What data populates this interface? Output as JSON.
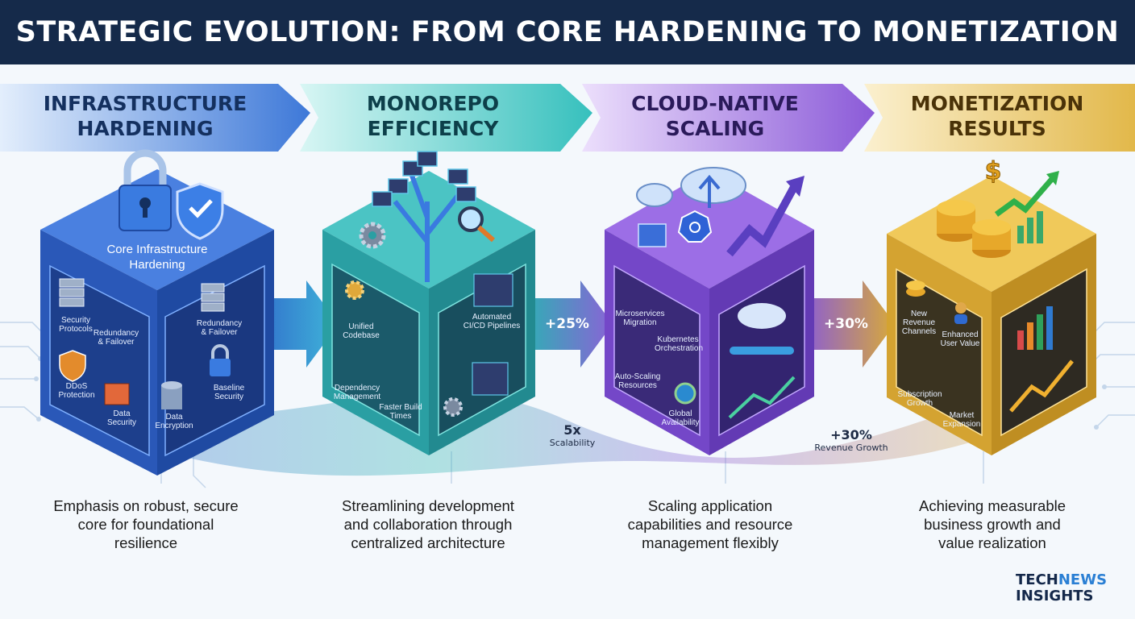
{
  "title": "STRATEGIC EVOLUTION: FROM CORE HARDENING TO MONETIZATION",
  "stages": [
    {
      "heading_line1": "INFRASTRUCTURE",
      "heading_line2": "HARDENING",
      "cube_title_line1": "Core Infrastructure",
      "cube_title_line2": "Hardening",
      "face_labels": [
        "Security Protocols",
        "Redundancy & Failover",
        "DDoS Protection",
        "Data Security",
        "Data Encryption",
        "Redundancy & Failover",
        "Baseline Security"
      ],
      "desc_line1": "Emphasis on robust, secure",
      "desc_line2": "core for foundational",
      "desc_line3": "resilience",
      "color": "#2f63c9"
    },
    {
      "heading_line1": "MONOREPO",
      "heading_line2": "EFFICIENCY",
      "face_labels": [
        "Unified Codebase",
        "Dependency Management",
        "Faster Build Times",
        "Automated CI/CD Pipelines"
      ],
      "desc_line1": "Streamlining development",
      "desc_line2": "and collaboration through",
      "desc_line3": "centralized architecture",
      "color": "#2ab3b3"
    },
    {
      "heading_line1": "CLOUD-NATIVE",
      "heading_line2": "SCALING",
      "face_labels": [
        "Microservices Migration",
        "Kubernetes Orchestration",
        "Auto-Scaling Resources",
        "Global Availability"
      ],
      "desc_line1": "Scaling application",
      "desc_line2": "capabilities and resource",
      "desc_line3": "management flexibly",
      "color": "#7a4fd0"
    },
    {
      "heading_line1": "MONETIZATION",
      "heading_line2": "RESULTS",
      "face_labels": [
        "New Revenue Channels",
        "Enhanced User Value",
        "Subscription Growth",
        "Market Expansion"
      ],
      "desc_line1": "Achieving measurable",
      "desc_line2": "business growth and",
      "desc_line3": "value realization",
      "color": "#d7a92c"
    }
  ],
  "metrics": {
    "arrow2": "+25%",
    "arrow3": "+30%",
    "scalability_value": "5x",
    "scalability_label": "Scalability",
    "revenue_value": "+30%",
    "revenue_label": "Revenue Growth"
  },
  "logo": {
    "line1_a": "TECH",
    "line1_b": "NEWS",
    "line2": "INSIGHTS"
  },
  "icons": [
    "padlock-icon",
    "shield-check-icon",
    "server-rack-icon",
    "firewall-icon",
    "database-icon",
    "gear-icon",
    "magnifier-icon",
    "code-window-icon",
    "cloud-icon",
    "container-icon",
    "kubernetes-icon",
    "globe-icon",
    "trend-arrow-icon",
    "dollar-coin-icon",
    "bar-chart-icon"
  ]
}
